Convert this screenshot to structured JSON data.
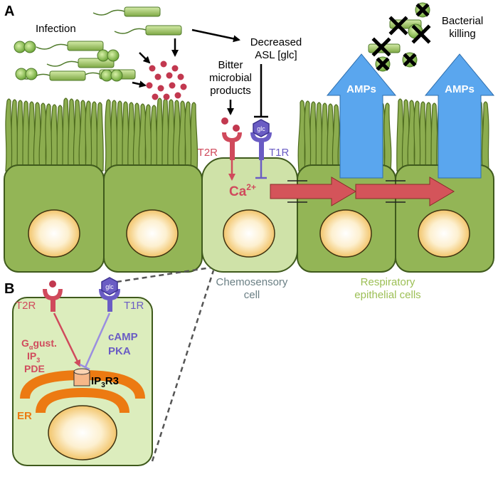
{
  "panels": {
    "a": "A",
    "b": "B"
  },
  "labels": {
    "infection": "Infection",
    "decreased_line1": "Decreased",
    "decreased_line2": "ASL [glc]",
    "bitter_line1": "Bitter",
    "bitter_line2": "microbial",
    "bitter_line3": "products",
    "killing_line1": "Bacterial",
    "killing_line2": "killing",
    "amps": "AMPs",
    "t2r": "T2R",
    "t1r": "T1R",
    "glc": "glc",
    "ca_main": "Ca",
    "ca_sup": "2+",
    "chemo_line1": "Chemosensory",
    "chemo_line2": "cell",
    "resp_line1": "Respiratory",
    "resp_line2": "epithelial cells",
    "gust_g": "G",
    "gust_sub": "α",
    "gust_rest": "gust.",
    "ip3_main": "IP",
    "ip3_sub": "3",
    "pde": "PDE",
    "camp": "cAMP",
    "pka": "PKA",
    "ip3r3_main": "IP",
    "ip3r3_sub": "3",
    "ip3r3_rest": "R3",
    "er": "ER"
  },
  "colors": {
    "cell_green": "#93b556",
    "cilia_green": "#8cad4f",
    "chemo_cell": "#cfe2a8",
    "inset_bg": "#dcedbd",
    "nucleus": "#f6d890",
    "t2r_red": "#d04a5c",
    "t1r_purple": "#6a5cc4",
    "amp_blue": "#5aa6ee",
    "er_orange": "#ec7a12",
    "ca_arrow": "#d4545a",
    "resp_text": "#9cbf55",
    "chemo_text": "#6a7f84",
    "bacteria_green": "#8fc04a",
    "microbe_red": "#c2384f"
  }
}
